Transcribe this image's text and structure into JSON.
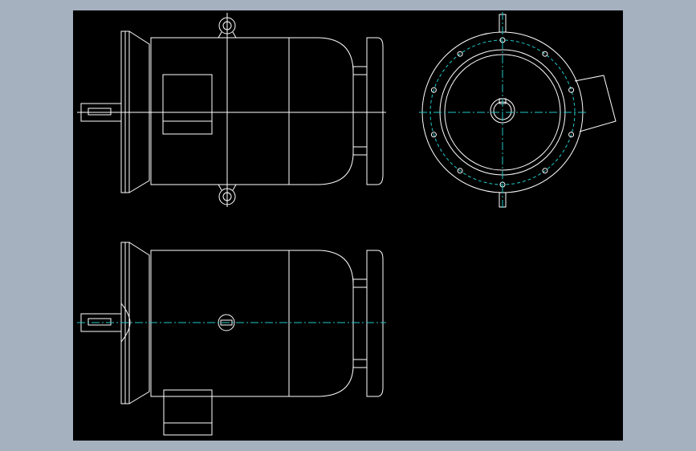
{
  "window": {
    "background_color": "#a6b1c0"
  },
  "canvas": {
    "background_color": "#000000",
    "line_color": "#ffffff",
    "centerline_color": "#1fc8c8"
  },
  "drawing": {
    "views": [
      {
        "view": "side",
        "features": [
          "flange",
          "body",
          "shaft",
          "lifting-eyes",
          "terminal-box",
          "fan-cover"
        ]
      },
      {
        "view": "end",
        "features": [
          "outer-circle",
          "bolt-circle",
          "bolts",
          "shaft",
          "keyway",
          "terminal-box"
        ]
      },
      {
        "view": "side",
        "features": [
          "flange",
          "body",
          "shaft",
          "terminal-box",
          "fan-cover",
          "center-mark"
        ]
      }
    ],
    "end_view_bolt_count": 10
  }
}
